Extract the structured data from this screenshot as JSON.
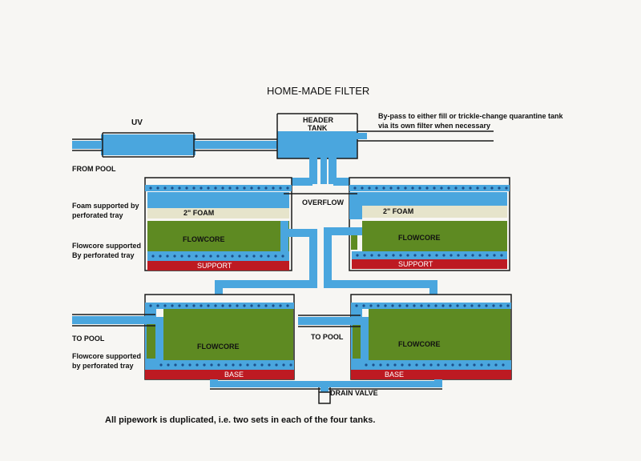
{
  "title": "HOME-MADE FILTER",
  "labels": {
    "uv": "UV",
    "header_tank_line1": "HEADER",
    "header_tank_line2": "TANK",
    "bypass_line1": "By-pass to either fill or trickle-change quarantine tank",
    "bypass_line2": "via its own filter when necessary",
    "from_pool": "FROM POOL",
    "overflow": "OVERFLOW",
    "foam_note_line1": "Foam supported by",
    "foam_note_line2": "perforated tray",
    "foam_layer": "2\"   FOAM",
    "flowcore": "FLOWCORE",
    "support": "SUPPORT",
    "base": "BASE",
    "flowcore_note_upper_line1": "Flowcore supported",
    "flowcore_note_upper_line2": "By perforated tray",
    "flowcore_note_lower_line1": "Flowcore supported",
    "flowcore_note_lower_line2": "by perforated tray",
    "to_pool": "TO POOL",
    "drain_valve": "DRAIN VALVE",
    "footer_note": "All pipework is duplicated, i.e. two sets in each of the four tanks."
  },
  "colors": {
    "water": "#4aa6de",
    "foam": "#e6e4cb",
    "media": "#5e8a22",
    "support": "#bd1a22",
    "perforation": "#1d4f8a",
    "outline": "#1a1a1a",
    "paper": "#f7f6f3"
  }
}
